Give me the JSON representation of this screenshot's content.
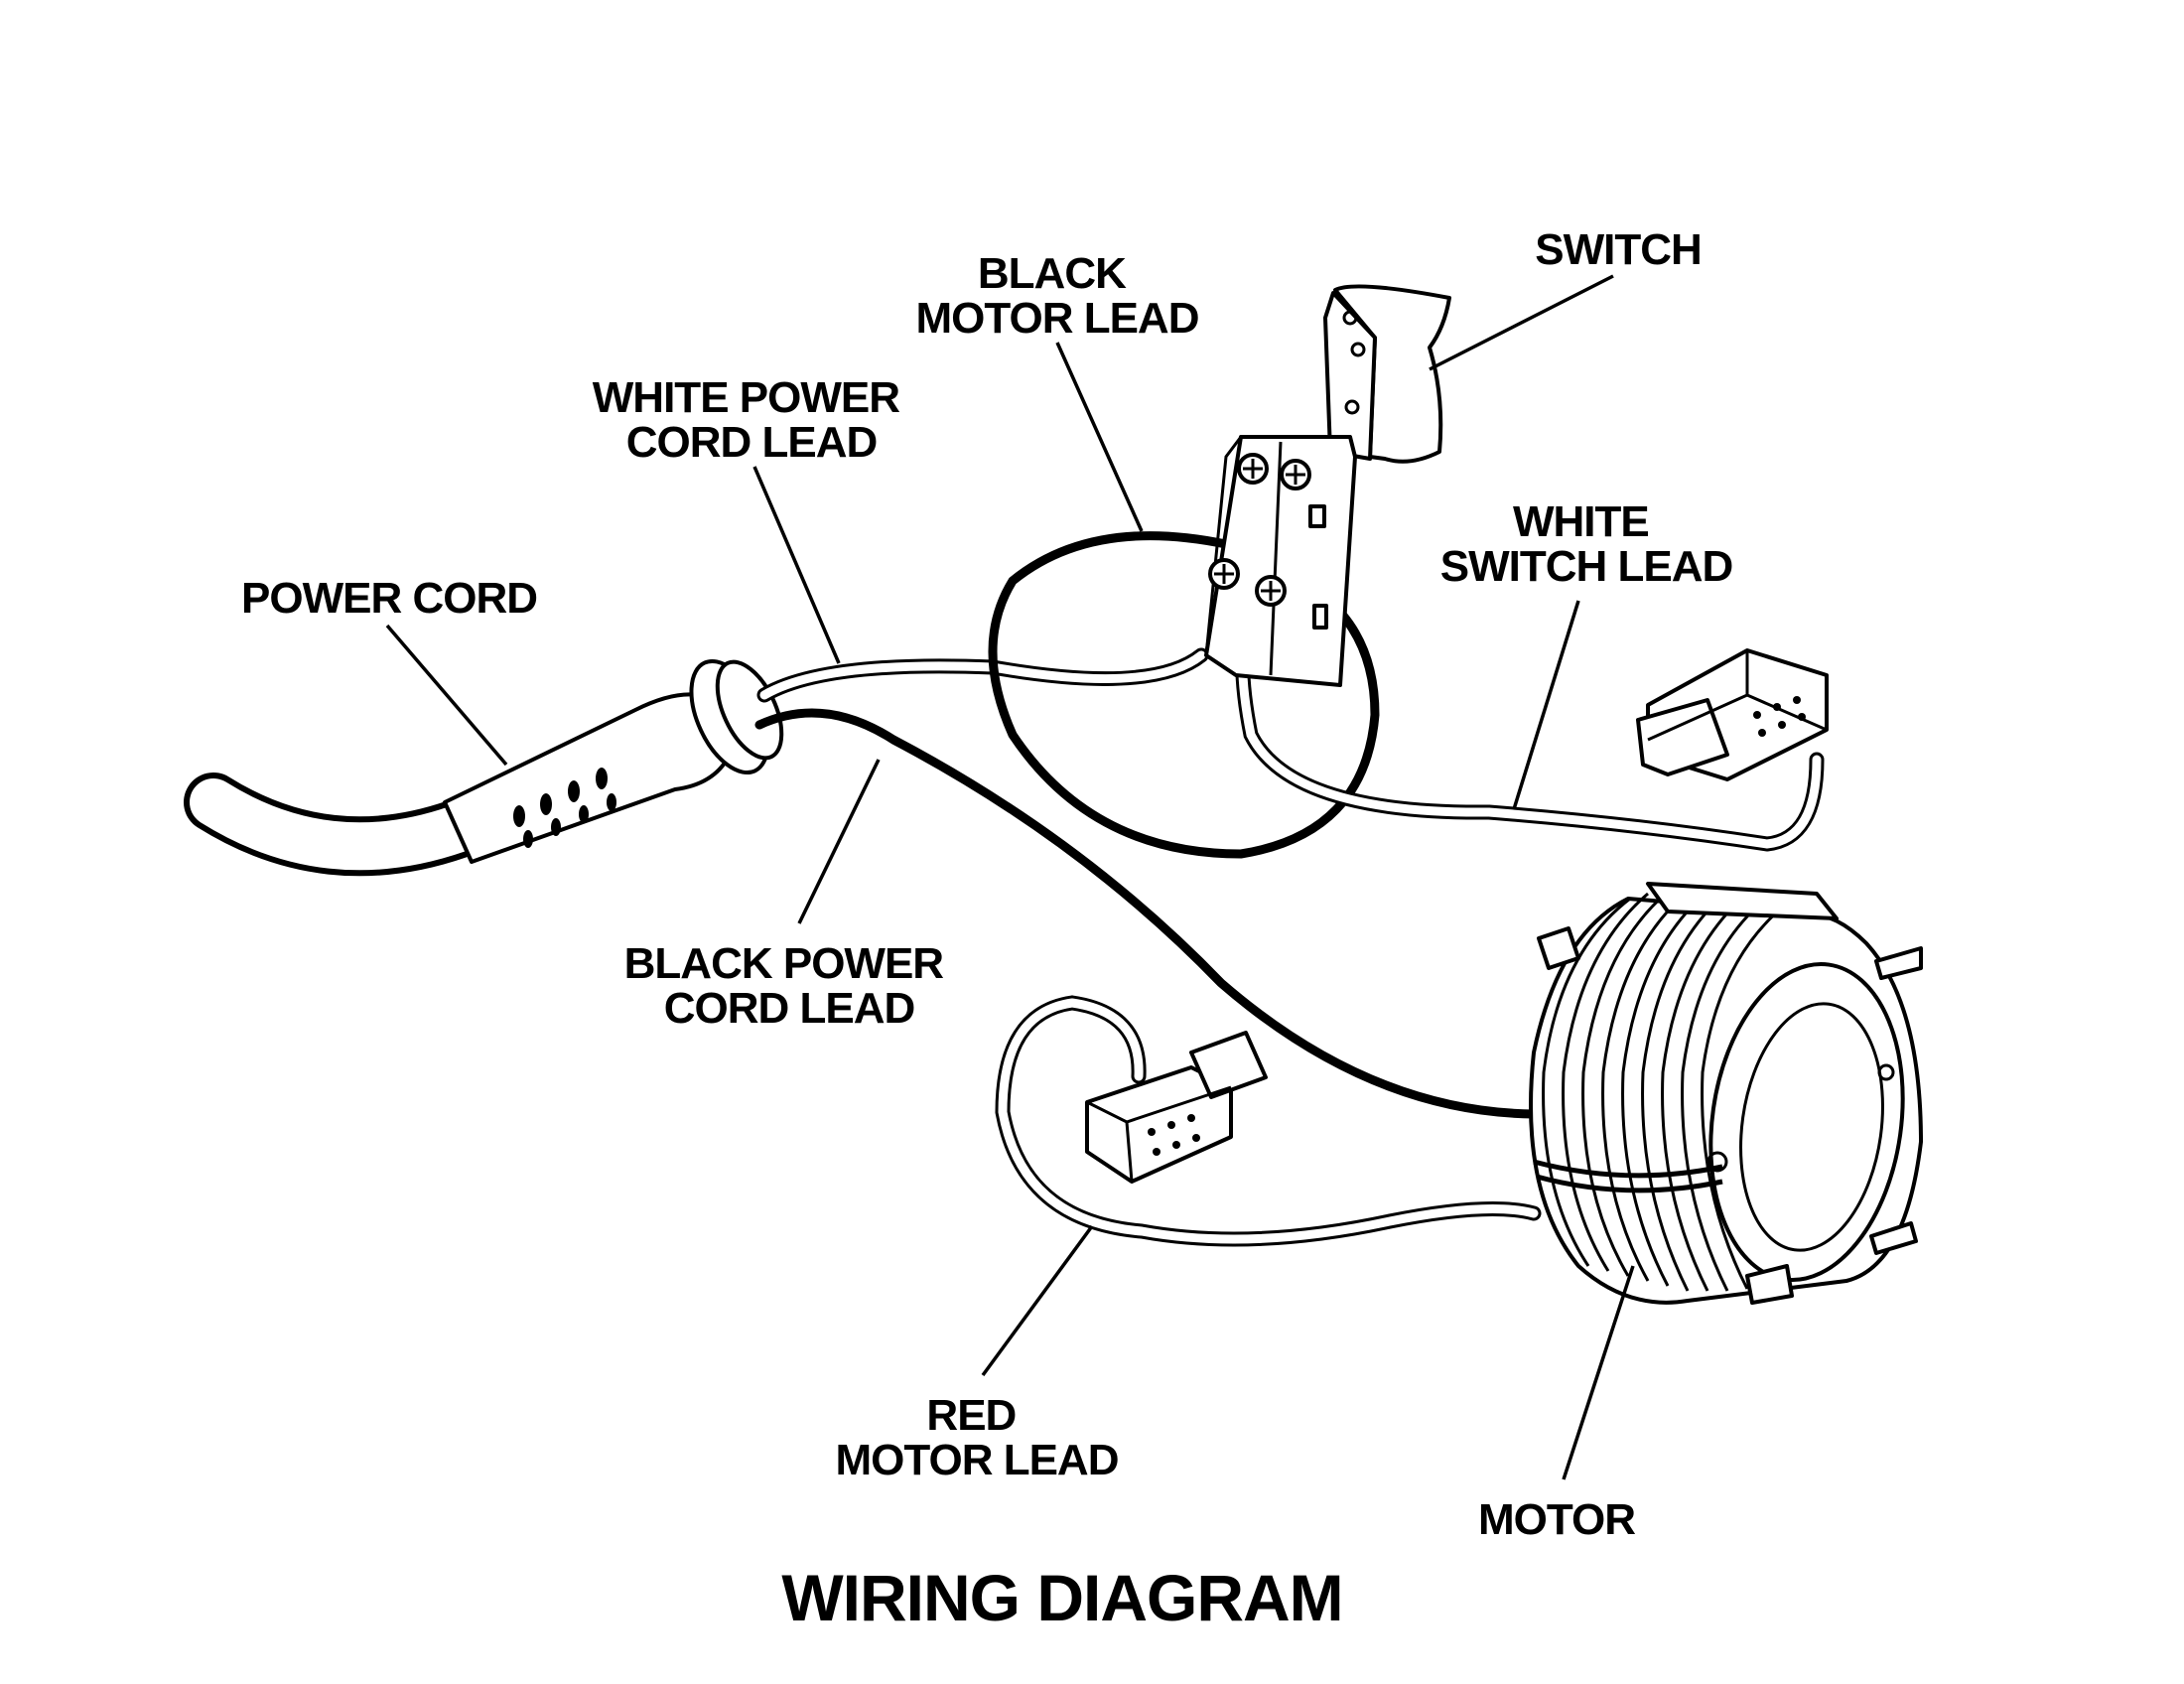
{
  "diagram": {
    "title": "WIRING DIAGRAM",
    "labels": {
      "switch": "SWITCH",
      "black_motor_lead": [
        "BLACK",
        "MOTOR LEAD"
      ],
      "white_power_cord_lead": [
        "WHITE POWER",
        "CORD LEAD"
      ],
      "power_cord": "POWER CORD",
      "white_switch_lead": [
        "WHITE",
        "SWITCH LEAD"
      ],
      "black_power_cord_lead": [
        "BLACK POWER",
        "CORD LEAD"
      ],
      "red_motor_lead": [
        "RED",
        "MOTOR LEAD"
      ],
      "motor": "MOTOR"
    }
  }
}
